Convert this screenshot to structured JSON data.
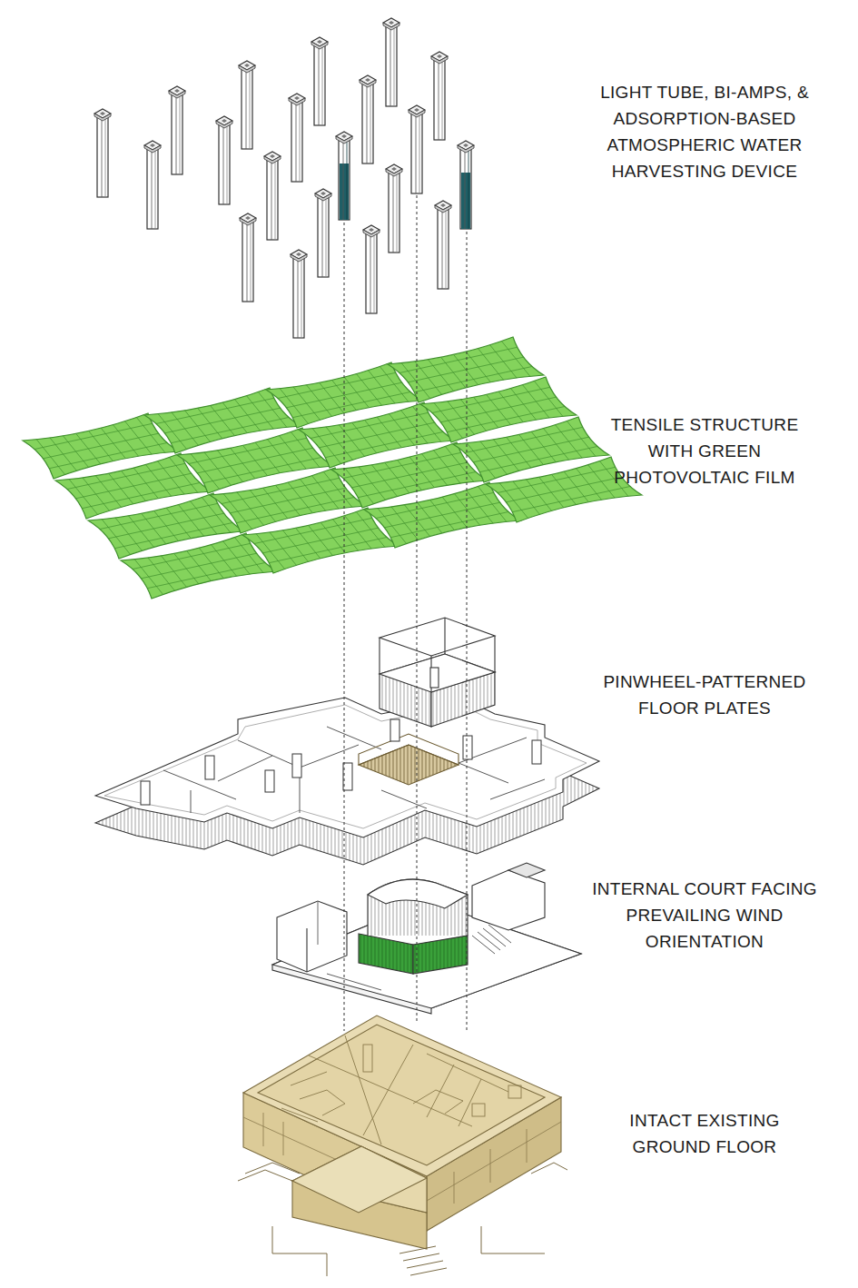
{
  "diagram": {
    "labels": [
      "LIGHT TUBE, BI-AMPS, & ADSORPTION-BASED ATMOSPHERIC WATER HARVESTING DEVICE",
      "TENSILE STRUCTURE WITH GREEN PHOTOVOLTAIC FILM",
      "PINWHEEL-PATTERNED FLOOR PLATES",
      "INTERNAL COURT FACING PREVAILING WIND ORIENTATION",
      "INTACT EXISTING GROUND FLOOR"
    ]
  }
}
